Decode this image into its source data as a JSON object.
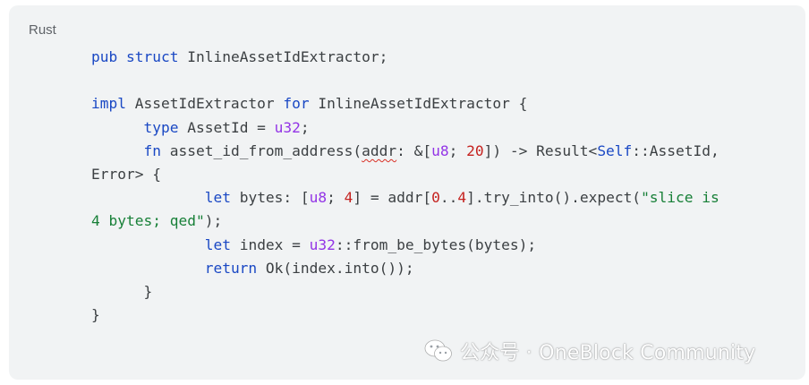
{
  "code_block": {
    "language_label": "Rust",
    "lines": [
      [
        {
          "t": "pub struct",
          "c": "kw"
        },
        {
          "t": " InlineAssetIdExtractor;",
          "c": ""
        }
      ],
      [],
      [
        {
          "t": "impl",
          "c": "kw"
        },
        {
          "t": " AssetIdExtractor ",
          "c": ""
        },
        {
          "t": "for",
          "c": "kw"
        },
        {
          "t": " InlineAssetIdExtractor {",
          "c": ""
        }
      ],
      [
        {
          "t": "      ",
          "c": ""
        },
        {
          "t": "type",
          "c": "kw"
        },
        {
          "t": " AssetId = ",
          "c": ""
        },
        {
          "t": "u32",
          "c": "ty"
        },
        {
          "t": ";",
          "c": ""
        }
      ],
      [
        {
          "t": "      ",
          "c": ""
        },
        {
          "t": "fn",
          "c": "kw"
        },
        {
          "t": " asset_id_from_address(",
          "c": ""
        },
        {
          "t": "addr",
          "c": "squig"
        },
        {
          "t": ": &[",
          "c": ""
        },
        {
          "t": "u8",
          "c": "ty"
        },
        {
          "t": "; ",
          "c": ""
        },
        {
          "t": "20",
          "c": "num"
        },
        {
          "t": "]) -> Result<",
          "c": ""
        },
        {
          "t": "Self",
          "c": "kw"
        },
        {
          "t": "::AssetId,",
          "c": ""
        }
      ],
      [
        {
          "t": "Error> {",
          "c": ""
        }
      ],
      [
        {
          "t": "             ",
          "c": ""
        },
        {
          "t": "let",
          "c": "kw"
        },
        {
          "t": " bytes: [",
          "c": ""
        },
        {
          "t": "u8",
          "c": "ty"
        },
        {
          "t": "; ",
          "c": ""
        },
        {
          "t": "4",
          "c": "num"
        },
        {
          "t": "] = addr[",
          "c": ""
        },
        {
          "t": "0",
          "c": "num"
        },
        {
          "t": "..",
          "c": ""
        },
        {
          "t": "4",
          "c": "num"
        },
        {
          "t": "].try_into().expect(",
          "c": ""
        },
        {
          "t": "\"slice is",
          "c": "str"
        }
      ],
      [
        {
          "t": "4 bytes; qed\"",
          "c": "str"
        },
        {
          "t": ");",
          "c": ""
        }
      ],
      [
        {
          "t": "             ",
          "c": ""
        },
        {
          "t": "let",
          "c": "kw"
        },
        {
          "t": " index = ",
          "c": ""
        },
        {
          "t": "u32",
          "c": "ty"
        },
        {
          "t": "::from_be_bytes(bytes);",
          "c": ""
        }
      ],
      [
        {
          "t": "             ",
          "c": ""
        },
        {
          "t": "return",
          "c": "kw"
        },
        {
          "t": " Ok(index.into());",
          "c": ""
        }
      ],
      [
        {
          "t": "      }",
          "c": ""
        }
      ],
      [
        {
          "t": "}",
          "c": ""
        }
      ]
    ]
  },
  "watermark": {
    "text": "公众号 · OneBlock Community",
    "icon": "wechat-icon"
  },
  "colors": {
    "background": "#f1f3f4",
    "keyword": "#1a48c4",
    "type": "#9334e6",
    "number": "#c5221f",
    "string": "#188038",
    "text": "#3c4043"
  }
}
